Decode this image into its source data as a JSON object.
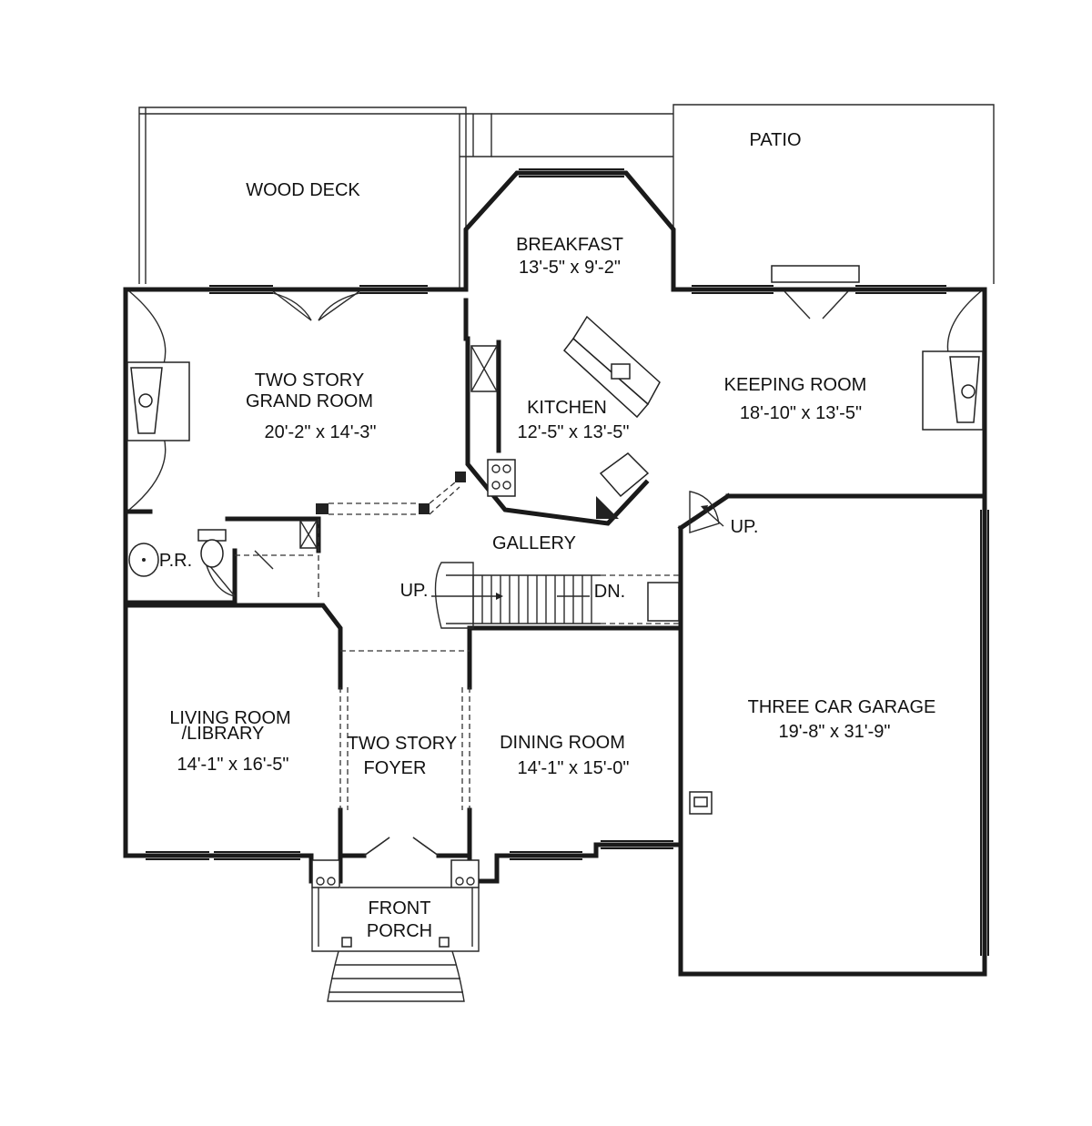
{
  "rooms": {
    "wood_deck": {
      "name": "WOOD DECK"
    },
    "patio": {
      "name": "PATIO"
    },
    "breakfast": {
      "name": "BREAKFAST",
      "size": "13'-5\" x 9'-2\""
    },
    "grand_room": {
      "name_line1": "TWO STORY",
      "name_line2": "GRAND ROOM",
      "size": "20'-2\" x 14'-3\""
    },
    "kitchen": {
      "name": "KITCHEN",
      "size": "12'-5\" x 13'-5\""
    },
    "keeping_room": {
      "name": "KEEPING ROOM",
      "size": "18'-10\" x 13'-5\""
    },
    "powder_room": {
      "name": "P.R."
    },
    "gallery": {
      "name": "GALLERY"
    },
    "living_room": {
      "name_line1": "LIVING ROOM",
      "name_line2": "/LIBRARY",
      "size": "14'-1\" x 16'-5\""
    },
    "foyer": {
      "name_line1": "TWO STORY",
      "name_line2": "FOYER"
    },
    "dining_room": {
      "name": "DINING ROOM",
      "size": "14'-1\" x 15'-0\""
    },
    "garage": {
      "name": "THREE CAR GARAGE",
      "size": "19'-8\" x 31'-9\""
    },
    "front_porch": {
      "name_line1": "FRONT",
      "name_line2": "PORCH"
    }
  },
  "stairs": {
    "up_label": "UP.",
    "down_label": "DN.",
    "garage_up_label": "UP."
  }
}
